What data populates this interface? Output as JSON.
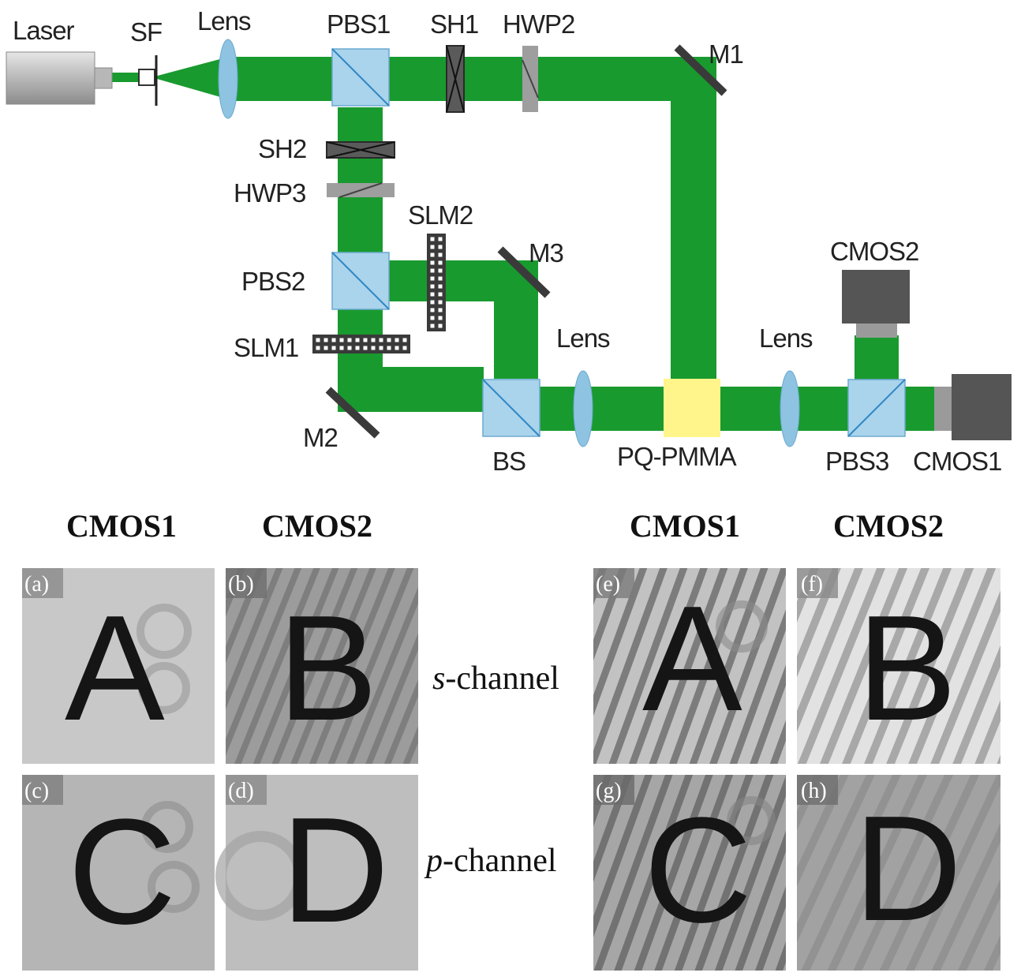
{
  "colors": {
    "beam": "#199a2f",
    "cube": "#aad3ec",
    "cube_diag": "#2e87c4",
    "lens": "#8ec3e1",
    "sample": "#fff58a",
    "camera": "#555555",
    "camera_port": "#9a9a9a",
    "dark_component": "#3a3a3a",
    "waveplate": "#9e9e9e"
  },
  "setup": {
    "laser": "Laser",
    "sf": "SF",
    "lens1": "Lens",
    "pbs1": "PBS1",
    "sh1": "SH1",
    "hwp2": "HWP2",
    "m1": "M1",
    "sh2": "SH2",
    "hwp3": "HWP3",
    "slm2": "SLM2",
    "m3": "M3",
    "cmos2": "CMOS2",
    "pbs2": "PBS2",
    "lens2": "Lens",
    "lens3": "Lens",
    "slm1": "SLM1",
    "m2": "M2",
    "bs": "BS",
    "pq_pmma": "PQ-PMMA",
    "pbs3": "PBS3",
    "cmos1": "CMOS1"
  },
  "results": {
    "headers": [
      "CMOS1",
      "CMOS2",
      "CMOS1",
      "CMOS2"
    ],
    "s_channel_italic": "s",
    "s_channel_rest": "-channel",
    "p_channel_italic": "p",
    "p_channel_rest": "-channel",
    "panels": [
      {
        "tag": "(a)",
        "letter": "A"
      },
      {
        "tag": "(b)",
        "letter": "B"
      },
      {
        "tag": "(c)",
        "letter": "C"
      },
      {
        "tag": "(d)",
        "letter": "D"
      },
      {
        "tag": "(e)",
        "letter": "A"
      },
      {
        "tag": "(f)",
        "letter": "B"
      },
      {
        "tag": "(g)",
        "letter": "C"
      },
      {
        "tag": "(h)",
        "letter": "D"
      }
    ]
  }
}
